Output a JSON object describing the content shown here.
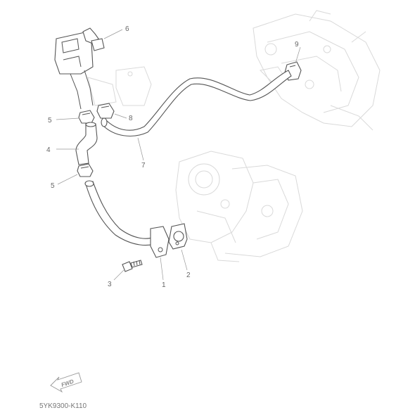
{
  "callouts": [
    {
      "id": "1",
      "text": "1"
    },
    {
      "id": "2",
      "text": "2"
    },
    {
      "id": "3",
      "text": "3"
    },
    {
      "id": "4",
      "text": "4"
    },
    {
      "id": "5a",
      "text": "5"
    },
    {
      "id": "5b",
      "text": "5"
    },
    {
      "id": "6",
      "text": "6"
    },
    {
      "id": "7",
      "text": "7"
    },
    {
      "id": "8",
      "text": "8"
    },
    {
      "id": "9",
      "text": "9"
    }
  ],
  "direction_marker": {
    "text": "FWD",
    "icon": "fwd-arrow-icon"
  },
  "diagram_code": "5YK9300-K110",
  "colors": {
    "part_stroke": "#555555",
    "ghost_stroke": "#d9d9d9",
    "label": "#666666"
  }
}
